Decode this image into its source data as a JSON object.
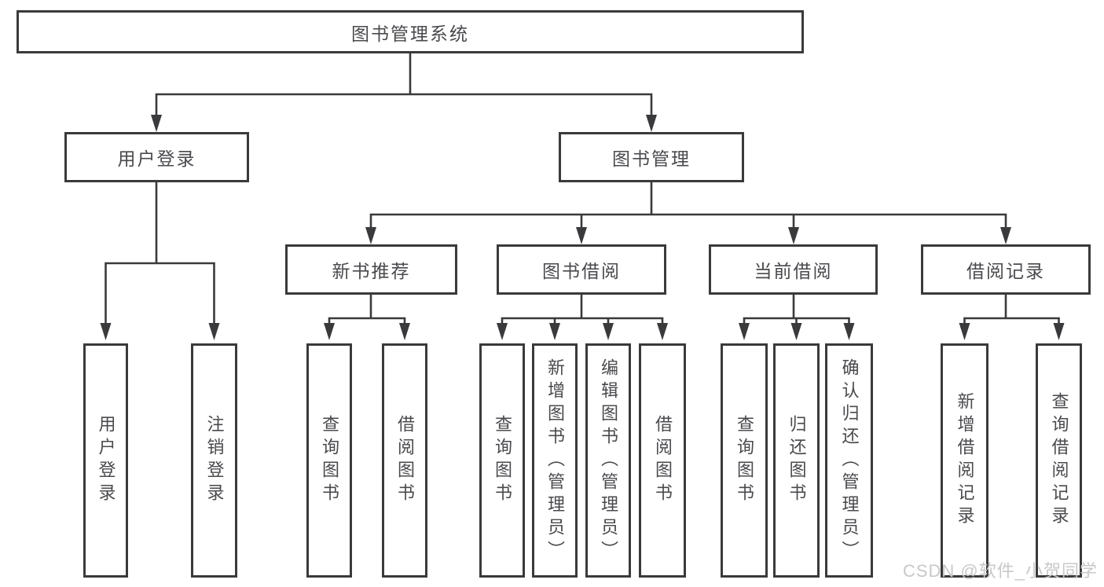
{
  "tree": {
    "label": "图书管理系统",
    "children": [
      {
        "label": "用户登录",
        "children": [
          {
            "label": "用户登录"
          },
          {
            "label": "注销登录"
          }
        ]
      },
      {
        "label": "图书管理",
        "children": [
          {
            "label": "新书推荐",
            "children": [
              {
                "label": "查询图书"
              },
              {
                "label": "借阅图书"
              }
            ]
          },
          {
            "label": "图书借阅",
            "children": [
              {
                "label": "查询图书"
              },
              {
                "label": "新增图书（管理员）"
              },
              {
                "label": "编辑图书（管理员）"
              },
              {
                "label": "借阅图书"
              }
            ]
          },
          {
            "label": "当前借阅",
            "children": [
              {
                "label": "查询图书"
              },
              {
                "label": "归还图书"
              },
              {
                "label": "确认归还（管理员）"
              }
            ]
          },
          {
            "label": "借阅记录",
            "children": [
              {
                "label": "新增借阅记录"
              },
              {
                "label": "查询借阅记录"
              }
            ]
          }
        ]
      }
    ]
  },
  "watermark": {
    "text": "CSDN @软件_小贺同学"
  },
  "colors": {
    "line": "#3a3a3c",
    "box_border": "#3a3a3c",
    "box_text": "#4a4a4e",
    "background": "#ffffff",
    "watermark_text": "#c8c8c8"
  }
}
